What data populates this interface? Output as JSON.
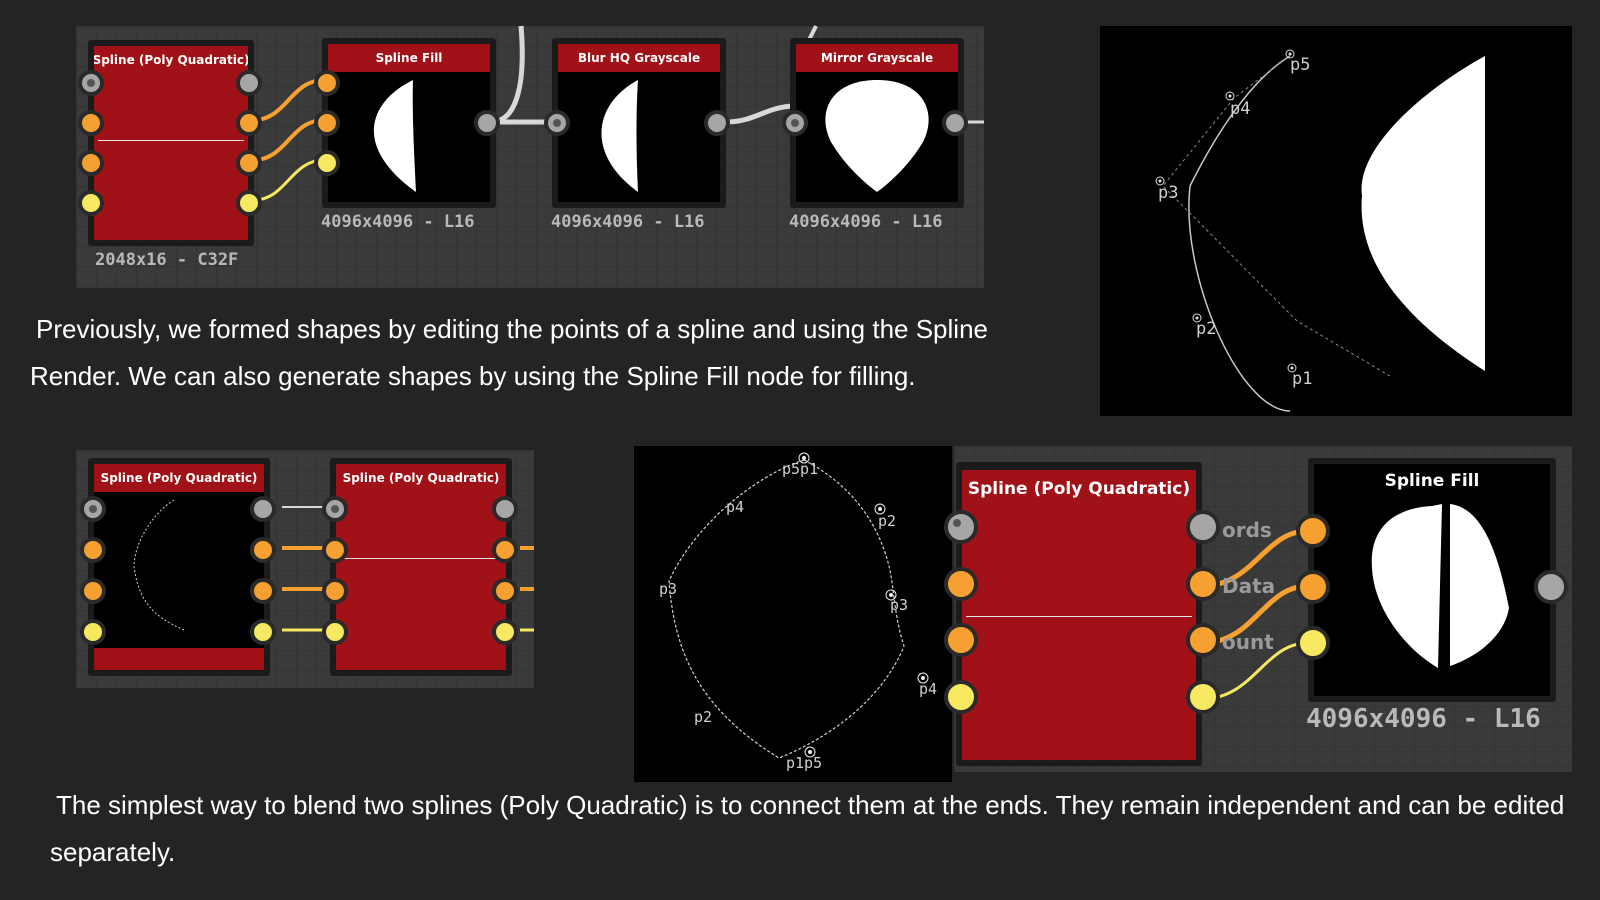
{
  "top_graph": {
    "nodes": [
      {
        "title": "Spline (Poly Quadratic)",
        "resolution": "2048x16 - C32F"
      },
      {
        "title": "Spline Fill",
        "resolution": "4096x4096 - L16"
      },
      {
        "title": "Blur HQ Grayscale",
        "resolution": "4096x4096 - L16"
      },
      {
        "title": "Mirror Grayscale",
        "resolution": "4096x4096 - L16"
      }
    ]
  },
  "text": {
    "para1": "Previously, we formed shapes by editing the points of a spline and using the Spline Render. We can also generate shapes by using the Spline Fill node for filling.",
    "para2": "The simplest way to blend two splines (Poly Quadratic) is to connect them at the ends. They remain independent and can be edited separately."
  },
  "spline_view_top": {
    "points": [
      "p5",
      "p4",
      "p3",
      "p2",
      "p1"
    ]
  },
  "bottom_left_graph": {
    "nodes": [
      {
        "title": "Spline (Poly Quadratic)"
      },
      {
        "title": "Spline (Poly Quadratic)"
      }
    ]
  },
  "spline_view_bottom": {
    "points": [
      "p5p1",
      "p4",
      "p2",
      "p3",
      "p3",
      "p4",
      "p2",
      "p1p5"
    ]
  },
  "bottom_right_graph": {
    "node_spline": {
      "title": "Spline (Poly Quadratic)"
    },
    "node_fill": {
      "title": "Spline Fill",
      "resolution": "4096x4096 - L16"
    },
    "port_labels": [
      "ords",
      "Data",
      "ount"
    ]
  }
}
